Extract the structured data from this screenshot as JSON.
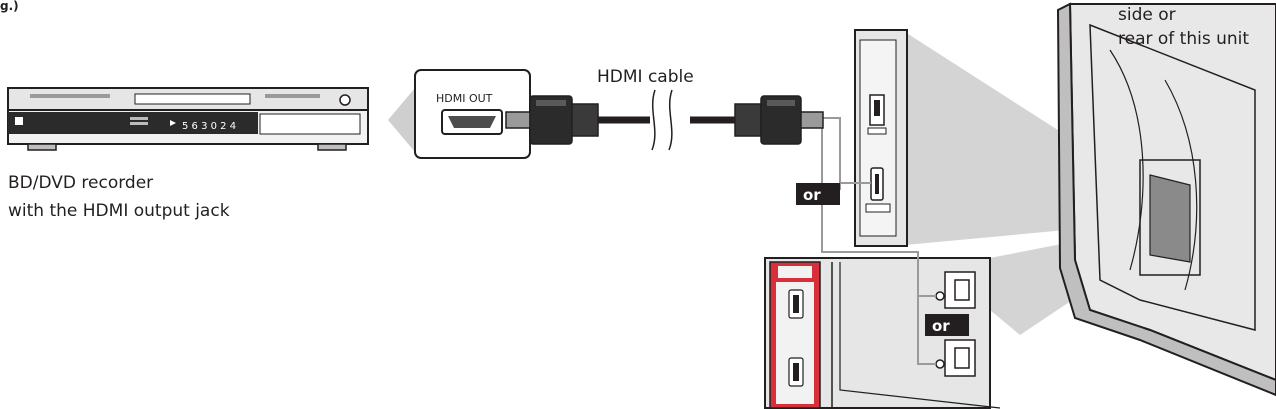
{
  "labels": {
    "corner_tag": "g.)",
    "unit_location_line1": "side or",
    "unit_location_line2": "rear of this unit",
    "cable": "HDMI cable",
    "hdmi_out": "HDMI OUT",
    "recorder_line1": "BD/DVD recorder",
    "recorder_line2": "with the HDMI output jack",
    "or_1": "or",
    "or_2": "or",
    "recorder_display": "5 6 3 0 2 4"
  },
  "colors": {
    "ink": "#231f20",
    "panel_gray": "#d9d9d9",
    "light_gray": "#e6e6e6",
    "dark_gray": "#4d4d4d",
    "accent_red": "#d7303a",
    "zoom_beam": "#cfcfcf"
  }
}
